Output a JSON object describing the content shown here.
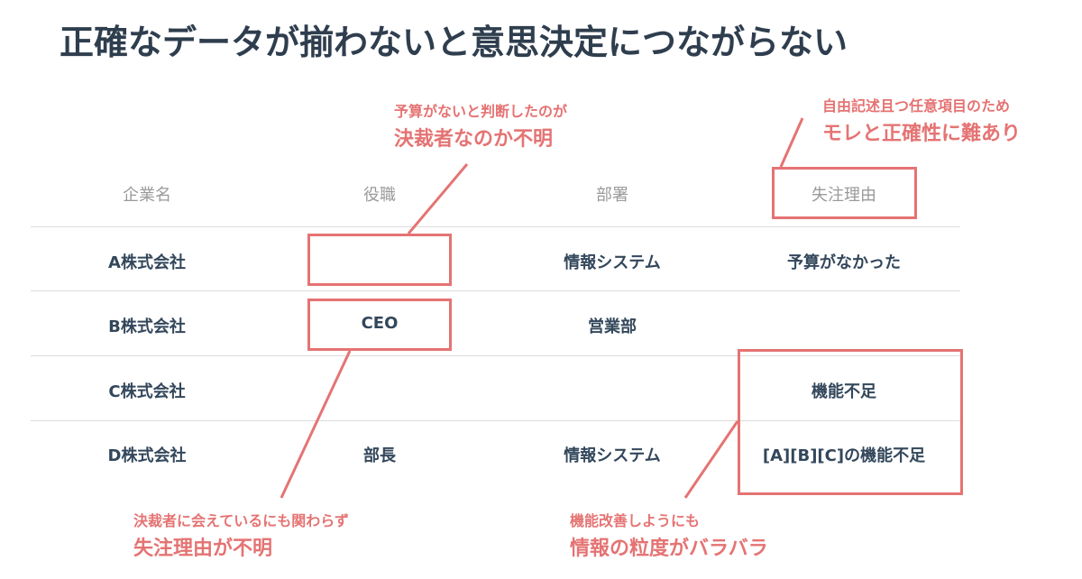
{
  "title": "正確なデータが揃わないと意思決定につながらない",
  "table": {
    "headers": [
      "企業名",
      "役職",
      "部署",
      "失注理由"
    ],
    "rows": [
      [
        "A株式会社",
        "",
        "情報システム",
        "予算がなかった"
      ],
      [
        "B株式会社",
        "CEO",
        "営業部",
        ""
      ],
      [
        "C株式会社",
        "",
        "",
        "機能不足"
      ],
      [
        "D株式会社",
        "部長",
        "情報システム",
        "[A][B][C]の機能不足"
      ]
    ]
  },
  "annotations": {
    "budget": {
      "line1": "予算がないと判断したのが",
      "line2": "決裁者なのか不明"
    },
    "free_text": {
      "line1": "自由記述且つ任意項目のため",
      "line2": "モレと正確性に難あり"
    },
    "reason_unknown": {
      "line1": "決裁者に会えているにも関わらず",
      "line2": "失注理由が不明"
    },
    "granularity": {
      "line1": "機能改善しようにも",
      "line2": "情報の粒度がバラバラ"
    }
  },
  "colors": {
    "accent": "#e57373",
    "text": "#33475b",
    "header": "#9a9a9a"
  }
}
